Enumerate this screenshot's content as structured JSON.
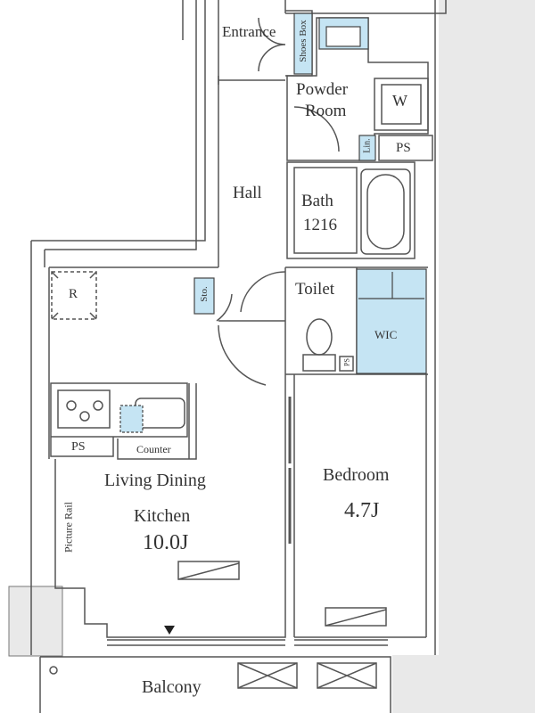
{
  "rooms": {
    "entrance": "Entrance",
    "shoes_box": "Shoes Box",
    "powder_room_line1": "Powder",
    "powder_room_line2": "Room",
    "washer": "W",
    "linen": "Lin.",
    "ps_top": "PS",
    "hall": "Hall",
    "bath": "Bath",
    "bath_size": "1216",
    "toilet": "Toilet",
    "wic": "WIC",
    "storage": "Sto.",
    "refrigerator": "R",
    "ps_kitchen": "PS",
    "counter": "Counter",
    "ldk_line1": "Living Dining",
    "ldk_line2": "Kitchen",
    "ldk_size": "10.0J",
    "picture_rail": "Picture Rail",
    "bedroom": "Bedroom",
    "bedroom_size": "4.7J",
    "balcony": "Balcony",
    "ps_toilet": "PS"
  },
  "colors": {
    "wall": "#555555",
    "fixture_blue": "#c5e4f3",
    "outside": "#e9e9e9"
  }
}
